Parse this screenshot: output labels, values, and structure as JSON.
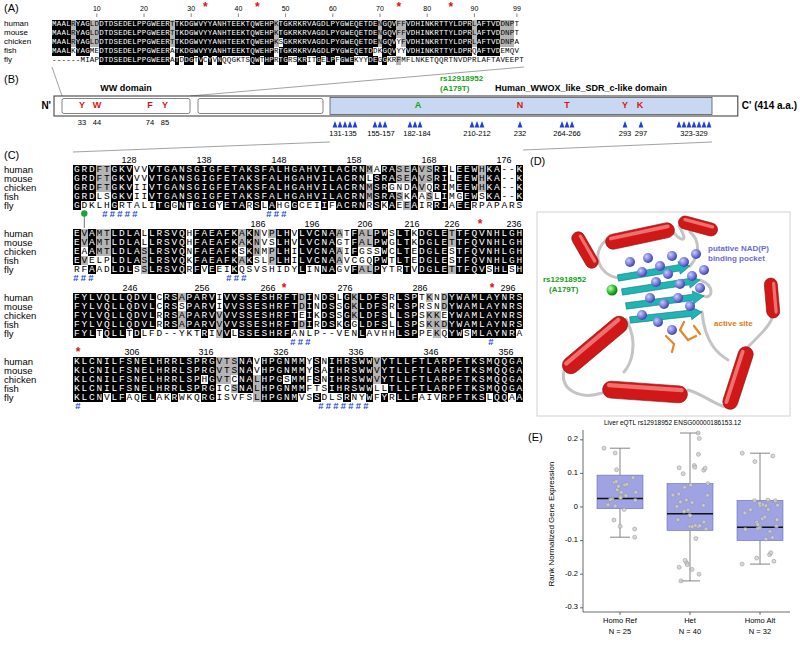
{
  "diagram": {
    "labels": [
      "(A)",
      "10",
      "20",
      "30",
      "40",
      "50",
      "60",
      "70",
      "80",
      "90",
      "99",
      "*",
      "*",
      "*",
      "*",
      "human",
      "mouse",
      "chicken",
      "fish",
      "fly",
      "MAALRYAGLDDTDSEDELPPGWEERTTKDGWVYYANHTEEKTQWEHPKTGKRKRVAGDLPYGWEQETDENGQVFFVDHINKRTTYLDPRLAFTVDDNPT",
      "MAALRYAGLDDTDSEDELPPGWEERTTKDGWVYYANHTEEKTQWEHPKTGKRKRVAGDLPYGWEQETDENGQVFFVDHINKRTTYLDPRLAFTVDDNPT",
      "MAALRYAGLDDTDSEDELPPGWEERTTKDGWVYYANHTEEKTQWEHPKSGKRKRVAGDLPYGWEQETDENGQVYFVDHINKRTTYLDPRLAFTVDDNPA",
      "MAALKYAGMEDTDSEDELPPGWEERATKDGWVYYANHTEEKTQWEHPRTGKRKRVAGDLPYGWEQETDDKGQVYYVDHINKRTTYLDPRQAFTVDEMQV",
      "------MIAPDTDSEDELPPGWEERATDDGTVCYVNQQGKTSQWTHPRTGRSKRITGELPFGWEKYYDEGGKRFMFLNKETQQRTNVDPRLAFTAVEEPT",
      "(B)",
      "WW domain",
      "Human_WWOX_like_SDR_c-like domain",
      "rs12918952",
      "(A179T)",
      "N'",
      "C' (414 a.a.)",
      "Y",
      "W",
      "F",
      "Y",
      "A",
      "N",
      "T",
      "Y",
      "K",
      "33",
      "44",
      "74",
      "85",
      "131-135",
      "155-157",
      "182-184",
      "210-212",
      "232",
      "264-266",
      "293",
      "297",
      "323-329",
      "(C)",
      "128",
      "138",
      "148",
      "158",
      "168",
      "176",
      "human",
      "mouse",
      "chicken",
      "fish",
      "fly",
      "GRDFTGKVVVVTGANSGIGFETAKSFALHGAHVILACRNMARASEAVSRILEEWHKA--K",
      "GRDFTGKVVVVTGANSGIGFETAKSFALHGAHVILACRNLSRASEAVSRILEEWHKA--K",
      "GRDFTGKVIIVTGANSGIGFETAKSFALHGAHVILACRNMSRGNDAVQRIMEEWHKA--K",
      "GRDLSGKVIIVTGANSGIGFETAKSFALHGAHVILACRNMSRASKAASLIMGEWSKA--K",
      "GDKLHGRTALITGGNTGIGYETARSLAHGGCEIIFACRNRSKAEEAIRRIAEERPAPARS",
      "#####",
      "###",
      "186",
      "196",
      "206",
      "216",
      "226",
      "236",
      "*",
      "human",
      "mouse",
      "chicken",
      "fish",
      "fly",
      "EVAMTLDLALLRSVQHFAEAFKAKNVPLHVLVCNAATFALPWSLTKDGLETTFQVNHLGH",
      "EVAMTLDLALLRSVQHFAEAFKAKNVSLHVLVCNAGTFALPWGLTKDGLETTFQVNHLGH",
      "EAAMTLDLASLRSVQNFAEAFKSKNMPLHILVCNAAIFGSSWCLTEDGLESTFQVNHLGH",
      "EVELPLDLASLRSVQKFAEAFKAKSLPLHILVCNAAVCGQPWTLTEDGLESTFQVNHLGH",
      "RFAADLDLSSLRSVQRFVEEIKQSVSHIDYLINNAGVFALPYTRTVDGLETTFQVSHLSH",
      "###",
      "###",
      "246",
      "256",
      "266",
      "276",
      "286",
      "296",
      "*",
      "*",
      "human",
      "mouse",
      "chicken",
      "fish",
      "fly",
      "FYLVQLLQDVLCRSAPARVIVVSSESHRFTDINDSLGKLDFSRLSPTKNDYWAMLAYNRS",
      "FYLVQLLQDVLCRSSPARVIVVSSESHRFTDINDSSGKLDFSRLSPRSNDYWAMLAYNRS",
      "FYLVQLLQDVLRRSAPARVVVVSSESHRFTEIKDSSGKLDFSLLSPSKKEYWAMLAYNRS",
      "FYLVQLLQDVLRRSAPARVVVVSSESHRFTDIRDSKGGLDFSLLSPSKKDYWAMLAYNRS",
      "FYLTQLLTDLFD--YKTRIVVLSSESHRFANLP--VENLAVHHLSPPEKQYWSMLAYNRA",
      "###",
      "#",
      "306",
      "316",
      "326",
      "336",
      "346",
      "356",
      "*",
      "human",
      "mouse",
      "chicken",
      "fish",
      "fly",
      "KLCNILFSNELHRRLSPRGVTSNAVHPGNMMYSNIHRSWWVYTLLFTLARPFTKSMQQGA",
      "KLCNILFSNELHRRLSPRGVTSNAVHPGNMMYSAIHRSWWVYTLLFTLARPFTKSMQQGA",
      "KLCNILFSNELHRRLSPHGVTCNALHPGSMMFSNIHRSWWVYTLLFTLARPFTKSMQQGA",
      "KLCNILFSNELHRRLSPRGICSNALHPGNMMFTSIHRSWWLLTLLFTLARPFTKSMQQGA",
      "KLCNVLFAQELAKRWKQRGISVFSLHPGNMVSSDLSRNYWFYRLLFAIVRPFTKSLQQAA",
      "#",
      "#######",
      "(D)",
      "rs12918952",
      "(A179T)",
      "putative NAD(P) binding pocket",
      "active site",
      "Liver eQTL rs12918952 ENSG00000186153.12",
      "(E)",
      "Rank Normalized Gene Expression",
      "0.2",
      "0.1",
      "0",
      "-0.1",
      "-0.2",
      "-0.3",
      "Homo Ref",
      "N = 25",
      "Het",
      "N = 40",
      "Homo Alt",
      "N = 32"
    ]
  }
}
